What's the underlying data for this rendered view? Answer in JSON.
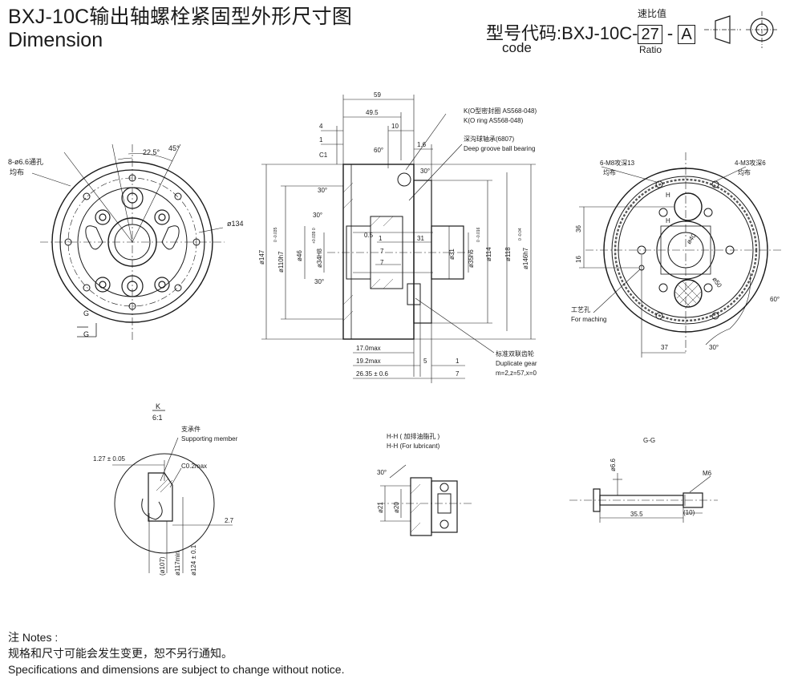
{
  "header": {
    "title_cn": "BXJ-10C输出轴螺栓紧固型外形尺寸图",
    "title_en": "Dimension",
    "model_label": "型号代码:BXJ-10C-",
    "ratio_value": "27",
    "dash": "-",
    "variant": "A",
    "code_label": "code",
    "ratio_cn": "速比值",
    "ratio_en": "Ratio"
  },
  "front_view": {
    "holes_note": "8-ø6.6通孔",
    "holes_note2": "均布",
    "angle_45": "45°",
    "angle_22": "22.5°",
    "dia_134": "ø134",
    "section_g1": "G",
    "section_g2": "G"
  },
  "side_view": {
    "d59": "59",
    "d49_5": "49.5",
    "d10": "10",
    "d4": "4",
    "d1": "1",
    "c1": "C1",
    "a60": "60°",
    "d1_6": "1.6",
    "a30a": "30°",
    "a30b": "30°",
    "a30c": "30°",
    "a30d": "30°",
    "d0_5": "0.5",
    "d1b": "1",
    "d31": "31",
    "d7a": "7",
    "d7b": "7",
    "d147": "ø147",
    "d110": "ø110h7",
    "d110_tol": "0 -0.035",
    "d46": "ø46",
    "d34": "ø34H8",
    "d34_tol": "+0.039 0",
    "d31s": "ø31",
    "d35": "ø35h6",
    "d35_tol": "0 -0.016",
    "d114": "ø114",
    "d118": "ø118",
    "d146": "ø146h7",
    "d146_tol": "0 -0.04",
    "d17": "17.0max",
    "d19": "19.2max",
    "d26": "26.35 ± 0.6",
    "d5": "5",
    "d1c": "1",
    "d7c": "7",
    "oring_cn": "K(O型密封圈 AS568-048)",
    "oring_en": "K(O ring AS568-048)",
    "bearing_cn": "深沟球轴承(6807)",
    "bearing_en": "Deep groove ball bearing",
    "gear_cn": "标准双联齿轮",
    "gear_en": "Duplicate gear",
    "gear_param": "m=2,z=57,x=0"
  },
  "rear_view": {
    "m8_cn": "6-M8攻深13",
    "m8_b": "均布",
    "m3_cn": "4-M3攻深6",
    "m3_b": "均布",
    "h1": "H",
    "h2": "H",
    "d36": "36",
    "d16": "16",
    "d40": "ø40",
    "d50": "ø50",
    "craft_cn": "工艺孔",
    "craft_en": "For maching",
    "a60": "60°",
    "a30": "30°",
    "d37": "37"
  },
  "detail_k": {
    "title": "K",
    "scale": "6:1",
    "support_cn": "支承件",
    "support_en": "Supporting member",
    "d127": "1.27 ± 0.05",
    "c02": "C0.2max",
    "d2_7": "2.7",
    "d107": "(ø107)",
    "d117": "ø117min",
    "d124": "ø124 ± 0.1"
  },
  "section_h": {
    "title_cn": "H-H ( 加排油脂孔 )",
    "title_en": "H-H (For lubricant)",
    "a30": "30°",
    "d21": "ø21",
    "d20": "ø20"
  },
  "section_g": {
    "title": "G-G",
    "d6_6": "ø6.6",
    "m6": "M6",
    "d35_5": "35.5",
    "d10": "(10)"
  },
  "notes": {
    "title": "注 Notes :",
    "line_cn": "规格和尺寸可能会发生变更，恕不另行通知。",
    "line_en": "Specifications and dimensions are subject to change without notice."
  }
}
